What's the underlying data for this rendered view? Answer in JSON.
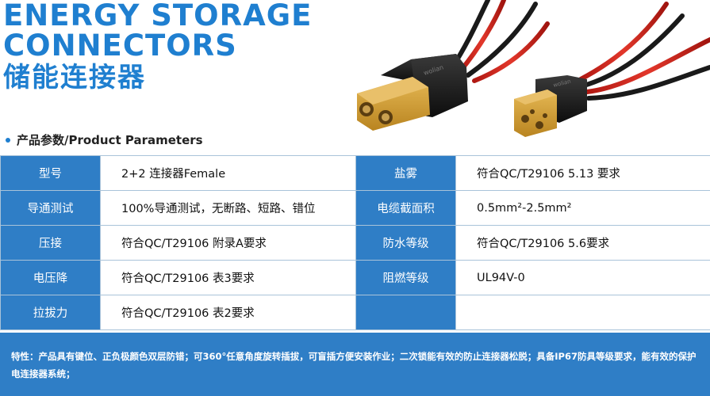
{
  "header": {
    "title_line1": "ENERGY STORAGE",
    "title_line2": "CONNECTORS",
    "title_cn": "储能连接器"
  },
  "section": {
    "label": "产品参数/Product Parameters"
  },
  "photo": {
    "connector_marking": "wolian"
  },
  "params": {
    "rows": [
      {
        "label1": "型号",
        "value1": "2+2 连接器Female",
        "label2": "盐雾",
        "value2": "符合QC/T29106 5.13 要求"
      },
      {
        "label1": "导通测试",
        "value1": "100%导通测试，无断路、短路、错位",
        "label2": "电缆截面积",
        "value2": "0.5mm²-2.5mm²"
      },
      {
        "label1": "压接",
        "value1": "符合QC/T29106 附录A要求",
        "label2": "防水等级",
        "value2": "符合QC/T29106 5.6要求"
      },
      {
        "label1": "电压降",
        "value1": "符合QC/T29106 表3要求",
        "label2": "阻燃等级",
        "value2": "UL94V-0"
      },
      {
        "label1": "拉拔力",
        "value1": "符合QC/T29106 表2要求",
        "label2": "",
        "value2": ""
      }
    ]
  },
  "footer": {
    "line1": "特性：产品具有键位、正负极颜色双层防错；可360°任意角度旋转插拔，可盲插方便安装作业；二次锁能有效的防止连接器松脱；具备IP67防具等级要求，能有效的保护",
    "line2": "电连接器系统；"
  },
  "colors": {
    "accent": "#1f7fd0",
    "table_header": "#2f7ec6",
    "connector": "#d9a63a"
  }
}
